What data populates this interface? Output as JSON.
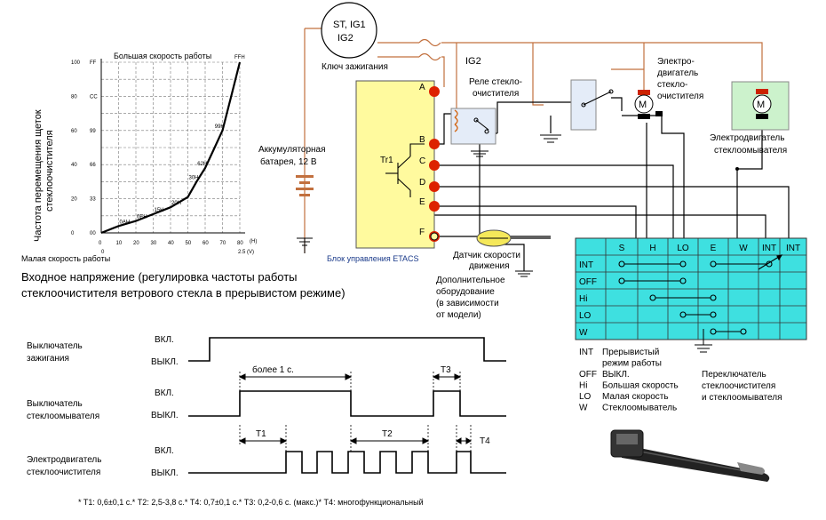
{
  "chart": {
    "ylabel": "Частота перемещения щеток стеклоочистителя",
    "top_label": "Большая скорость работы",
    "bottom_label": "Малая скорость работы",
    "y_ticks": [
      "100",
      "80",
      "60",
      "40",
      "20",
      "0"
    ],
    "hex_ticks": [
      "FF",
      "CC",
      "99",
      "66",
      "33",
      "00"
    ],
    "x_ticks": [
      "0",
      "10",
      "20",
      "30",
      "40",
      "50",
      "60",
      "70",
      "80"
    ],
    "x_hex": "0",
    "x_unit": "(H)",
    "x_volt": "2.5 (V)",
    "corner_hex": "FFH",
    "point_labels": [
      "0AH",
      "0EH",
      "15H",
      "20H",
      "30H",
      "62H",
      "99H"
    ],
    "caption_line1": "Входное напряжение (регулировка частоты работы",
    "caption_line2": "стеклоочистителя ветрового стекла в прерывистом режиме)"
  },
  "chart_data": {
    "type": "line",
    "x": [
      0,
      10,
      20,
      30,
      40,
      50,
      55,
      60,
      65,
      70,
      75,
      80
    ],
    "y": [
      0,
      4,
      7,
      11,
      15,
      21,
      30,
      38,
      49,
      60,
      80,
      100
    ],
    "xlim": [
      0,
      80
    ],
    "ylim": [
      0,
      100
    ],
    "grid": true
  },
  "circuit": {
    "ignition_l1": "ST, IG1",
    "ignition_l2": "IG2",
    "ignition_key": "Ключ зажигания",
    "ig2": "IG2",
    "battery_l1": "Аккумуляторная",
    "battery_l2": "батарея, 12 В",
    "transistor": "Tr1",
    "pins": [
      "A",
      "B",
      "C",
      "D",
      "E",
      "F"
    ],
    "etacs": "Блок управления ETACS",
    "relay_l1": "Реле стекло-",
    "relay_l2": "очистителя",
    "motor_l1": "Электро-",
    "motor_l2": "двигатель",
    "motor_l3": "стекло-",
    "motor_l4": "очистителя",
    "motor_symbol": "M",
    "washer_l1": "Электродвигатель",
    "washer_l2": "стеклоомывателя",
    "speed_l1": "Датчик скорости",
    "speed_l2": "движения",
    "extra_l1": "Дополнительное",
    "extra_l2": "оборудование",
    "extra_l3": "(в зависимости",
    "extra_l4": "от модели)"
  },
  "switch_table": {
    "columns": [
      "S",
      "H",
      "LO",
      "E",
      "W",
      "INT",
      "INT"
    ],
    "rows": [
      "INT",
      "OFF",
      "Hi",
      "LO",
      "W"
    ]
  },
  "legend": {
    "items": [
      {
        "code": "INT",
        "text": "Прерывистый"
      },
      {
        "code": "",
        "text": "режим работы"
      },
      {
        "code": "OFF",
        "text": "ВЫКЛ."
      },
      {
        "code": "Hi",
        "text": "Большая скорость"
      },
      {
        "code": "LO",
        "text": "Малая скорость"
      },
      {
        "code": "W",
        "text": "Стеклоомыватель"
      }
    ],
    "switch_l1": "Переключатель",
    "switch_l2": "стеклоочистителя",
    "switch_l3": "и стеклоомывателя"
  },
  "timing": {
    "sig1_l1": "Выключатель",
    "sig1_l2": "зажигания",
    "sig2_l1": "Выключатель",
    "sig2_l2": "стеклоомывателя",
    "sig3_l1": "Электродвигатель",
    "sig3_l2": "стеклоочистителя",
    "on": "ВКЛ.",
    "off": "ВЫКЛ.",
    "more_1s": "более 1 с.",
    "t1": "T1",
    "t2": "T2",
    "t3": "T3",
    "t4": "T4",
    "footnote": "* T1: 0,6±0,1  с.* T2: 2,5-3,8 с.* T4: 0,7±0,1  с.* T3: 0,2-0,6  с. (макс.)* T4: многофункциональный"
  }
}
